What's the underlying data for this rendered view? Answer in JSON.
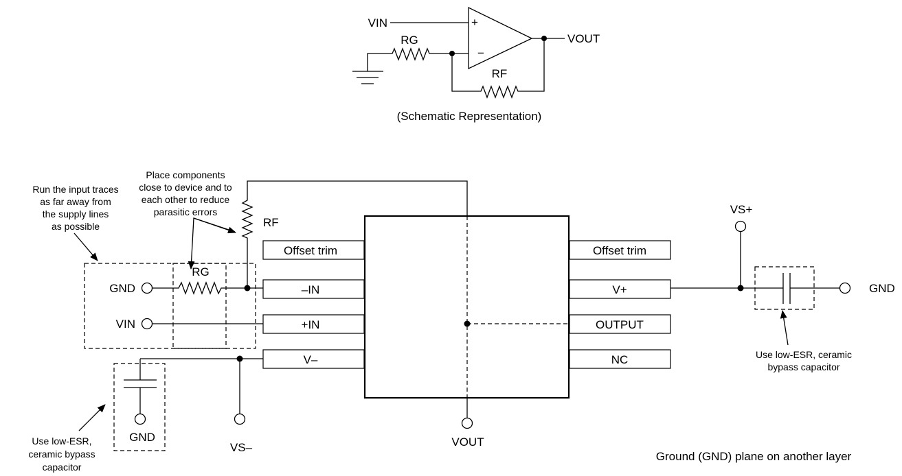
{
  "schematic": {
    "vin": "VIN",
    "vout": "VOUT",
    "rg": "RG",
    "rf": "RF",
    "plus": "+",
    "minus": "−",
    "caption": "(Schematic Representation)"
  },
  "layout_view": {
    "ic_left_pins": [
      "Offset trim",
      "–IN",
      "+IN",
      "V–"
    ],
    "ic_right_pins": [
      "Offset trim",
      "V+",
      "OUTPUT",
      "NC"
    ],
    "rf": "RF",
    "rg": "RG",
    "gnd_input": "GND",
    "vin": "VIN",
    "gnd_bypass_left": "GND",
    "vs_minus": "VS–",
    "vout": "VOUT",
    "vs_plus": "VS+",
    "gnd_right": "GND",
    "footer": "Ground (GND) plane on another layer"
  },
  "notes": {
    "input_traces": [
      "Run the input traces",
      "as far away from",
      "the supply lines",
      "as possible"
    ],
    "place_components": [
      "Place components",
      "close to device and to",
      "each other to reduce",
      "parasitic errors"
    ],
    "bypass_left": [
      "Use low-ESR,",
      "ceramic bypass",
      "capacitor"
    ],
    "bypass_right": [
      "Use low-ESR, ceramic",
      "bypass capacitor"
    ]
  }
}
